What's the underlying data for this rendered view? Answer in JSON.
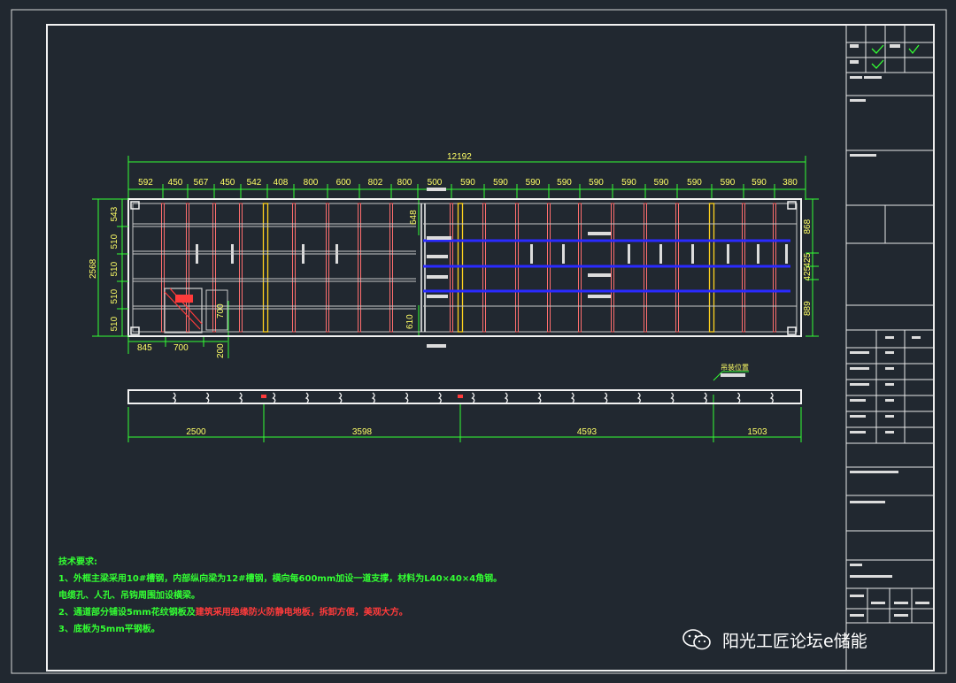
{
  "drawing": {
    "overall_width": "12192",
    "top_dims": [
      "592",
      "450",
      "567",
      "450",
      "542",
      "408",
      "800",
      "600",
      "802",
      "800",
      "500",
      "590",
      "590",
      "590",
      "590",
      "590",
      "590",
      "590",
      "590",
      "590",
      "590",
      "380"
    ],
    "left_dims": [
      "543",
      "510",
      "510",
      "510",
      "510"
    ],
    "left_total": "2568",
    "right_dims": [
      "868",
      "425",
      "425",
      "889"
    ],
    "inner_dims": [
      "648",
      "610"
    ],
    "bottom_dims": [
      "845",
      "700",
      "200",
      "700"
    ],
    "rail_dims": [
      "2500",
      "3598",
      "4593",
      "1503"
    ],
    "rail_label": "吊装位置"
  },
  "notes": {
    "title": "技术要求:",
    "line1": "1、外框主梁采用10#槽钢，内部纵向梁为12#槽钢，横向每600mm加设一道支撑，材料为L40×40×4角钢。",
    "line2": "电缆孔、人孔、吊钩周围加设横梁。",
    "line3_a": "2、通道部分铺设5mm花纹钢板及",
    "line3_b": "建筑采用绝缘防火防静电地板，拆卸方便，美观大方。",
    "line4": "3、底板为5mm平钢板。"
  },
  "watermark": {
    "text": "阳光工匠论坛e储能"
  },
  "colors": {
    "background": "#212830",
    "frame": "#f2f2f2",
    "dimension": "#33ff33",
    "beam_red": "#ff6e6e",
    "beam_blue": "#2a2aff",
    "beam_yellow": "#ffd21e"
  }
}
